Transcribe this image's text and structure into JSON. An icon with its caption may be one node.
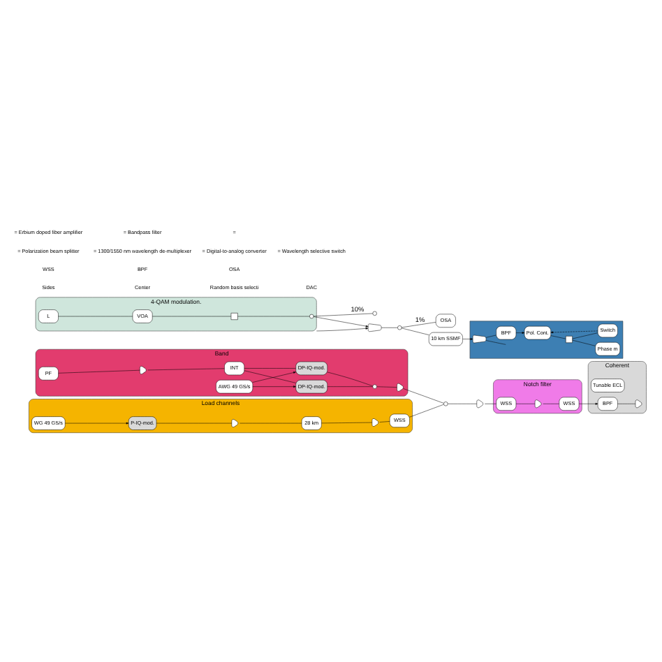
{
  "diagram": {
    "nodes": [
      {
        "text": [
          "Band"
        ]
      },
      {
        "text": [],
        "shape": "triangle",
        "in": 0
      },
      {
        "text": [
          "PF"
        ],
        "in": 0
      },
      {
        "text": [
          "INT"
        ],
        "in": 0
      },
      {
        "text": [
          "DP-IQ-mod."
        ],
        "in": 0
      },
      {
        "text": [
          "AWG 49 GS/s"
        ],
        "in": 0
      },
      {
        "text": [
          "DP-IQ-mod."
        ],
        "in": 0
      },
      {
        "text": [],
        "shape": "circle",
        "in": 0
      },
      {
        "text": [],
        "shape": "triangle",
        "in": 0
      },
      {
        "text": [
          "Load channels"
        ]
      },
      {
        "text": [
          "WG 49 GS/s"
        ],
        "in": 9
      },
      {
        "text": [
          "P-IQ-mod."
        ],
        "in": 9
      },
      {
        "text": [],
        "shape": "triangle",
        "in": 9
      },
      {
        "text": [
          "28 km"
        ],
        "in": 9
      },
      {
        "text": [],
        "shape": "triangle",
        "in": 9
      },
      {
        "text": [
          "WSS"
        ],
        "in": 9
      },
      {
        "text": [],
        "shape": "circle"
      },
      {
        "text": [],
        "shape": "triangle"
      },
      {
        "text": [
          "Notch filter"
        ]
      },
      {
        "text": [
          "WSS"
        ],
        "in": 18
      },
      {
        "text": [],
        "shape": "triangle",
        "in": 18
      },
      {
        "text": [
          "WSS"
        ],
        "in": 18
      },
      {
        "text": [
          "Coherent"
        ]
      },
      {
        "text": [
          "Tunable ECL"
        ],
        "in": 22
      },
      {
        "text": [
          "BPF"
        ],
        "in": 22
      },
      {
        "text": [],
        "shape": "triangle",
        "in": 22
      },
      {
        "text": [
          "4-QAM modulation."
        ]
      },
      {
        "text": [
          "L"
        ],
        "in": 26
      },
      {
        "text": [
          "VOA"
        ],
        "in": 26
      },
      {
        "text": [],
        "shape": "box",
        "in": 26
      },
      {
        "text": [],
        "shape": "circle",
        "in": 26
      },
      {
        "text": [],
        "shape": "circle"
      },
      {
        "text": [
          "OSA"
        ]
      },
      {
        "text": [],
        "shape": "trapezium"
      },
      {
        "text": [],
        "shape": "circle"
      },
      {
        "text": [
          "10 km SSMF"
        ]
      },
      {
        "text": [],
        "shape": "box"
      },
      {
        "text": [],
        "shape": "trapezium",
        "in": 36
      },
      {
        "text": [
          "BPF"
        ],
        "in": 36
      },
      {
        "text": [
          "Pol. Cont."
        ],
        "in": 36
      },
      {
        "text": [],
        "shape": "box",
        "in": 36
      },
      {
        "text": [
          "Switch"
        ],
        "in": 36
      },
      {
        "text": [
          "Phase m"
        ],
        "in": 36
      }
    ],
    "edges": [
      {
        "from": 2,
        "to": 1,
        "arrow": "none"
      },
      {
        "from": 1,
        "to": 3,
        "arrow": "none"
      },
      {
        "from": 3,
        "to": 4,
        "arrow": "none"
      },
      {
        "from": 3,
        "to": 6,
        "arrow": "none"
      },
      {
        "from": 5,
        "to": 4,
        "arrow": "to"
      },
      {
        "from": 5,
        "to": 6,
        "arrow": "to"
      },
      {
        "from": 4,
        "to": 7,
        "arrow": "none"
      },
      {
        "from": 6,
        "to": 7,
        "arrow": "none"
      },
      {
        "from": 7,
        "to": 8,
        "arrow": "none"
      },
      {
        "from": 10,
        "to": 11,
        "arrow": "to"
      },
      {
        "from": 11,
        "to": 12,
        "arrow": "none"
      },
      {
        "from": 12,
        "to": 13,
        "arrow": "none"
      },
      {
        "from": 13,
        "to": 14,
        "arrow": "none"
      },
      {
        "from": 14,
        "to": 15,
        "arrow": "none"
      },
      {
        "from": 8,
        "to": 16,
        "arrow": "none"
      },
      {
        "from": 15,
        "to": 16,
        "arrow": "none"
      },
      {
        "from": 16,
        "to": 17,
        "arrow": "none"
      },
      {
        "from": 17,
        "to": 19,
        "arrow": "none"
      },
      {
        "from": 19,
        "to": 20,
        "arrow": "none"
      },
      {
        "from": 20,
        "to": 21,
        "arrow": "none"
      },
      {
        "from": 21,
        "to": 24,
        "arrow": "to"
      },
      {
        "from": 24,
        "to": 25,
        "arrow": "none"
      },
      {
        "from": 27,
        "to": 28,
        "arrow": "none"
      },
      {
        "from": 28,
        "to": 29,
        "arrow": "none"
      },
      {
        "from": 29,
        "to": 30,
        "arrow": "none"
      },
      {
        "from": 30,
        "to": 31,
        "arrow": "none",
        "label": "10%"
      },
      {
        "from": 30,
        "to": 33,
        "arrow": "to"
      },
      {
        "from": 26,
        "to": 33,
        "arrow": "to"
      },
      {
        "from": 33,
        "to": 34,
        "arrow": "none"
      },
      {
        "from": 34,
        "to": 32,
        "arrow": "none",
        "label": "1%"
      },
      {
        "from": 34,
        "to": 35,
        "arrow": "none"
      },
      {
        "from": 35,
        "to": 37,
        "arrow": "to"
      },
      {
        "from": 37,
        "to": 38,
        "arrow": "none"
      },
      {
        "from": 38,
        "to": 39,
        "arrow": "to"
      },
      {
        "from": 39,
        "to": 40,
        "arrow": "none"
      },
      {
        "from": 40,
        "to": 41,
        "arrow": "none"
      },
      {
        "from": 40,
        "to": 42,
        "arrow": "none"
      },
      {
        "from": 41,
        "to": 39,
        "arrow": "to",
        "style": "dashed"
      },
      {
        "from": 37,
        "to": 36,
        "arrow": "none"
      }
    ],
    "labels": [
      "Sides",
      "Center",
      "Random basis selecti",
      "DAC",
      "WSS",
      "BPF",
      "OSA"
    ],
    "legend": [
      {
        "text": "= Polarization beam splitter"
      },
      {
        "text": "= 1300/1550 nm wavelength de-multiplexer"
      },
      {
        "text": "= Digital-to-analog converter"
      },
      {
        "text": "= Wavelength selective switch"
      },
      {
        "text": "= Erbium doped fiber amplifier"
      },
      {
        "text": "= Bandpass filter"
      },
      {
        "text": "="
      }
    ]
  }
}
